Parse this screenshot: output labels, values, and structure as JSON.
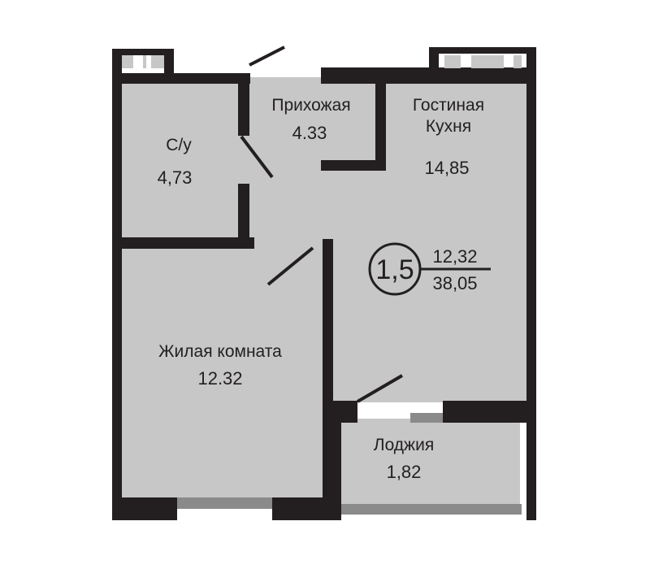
{
  "rooms": {
    "bathroom": {
      "name": "С/у",
      "area": "4,73"
    },
    "hallway": {
      "name": "Прихожая",
      "area": "4.33"
    },
    "living_kitchen": {
      "name_line1": "Гостиная",
      "name_line2": "Кухня",
      "area": "14,85"
    },
    "bedroom": {
      "name": "Жилая комната",
      "area": "12.32"
    },
    "loggia": {
      "name": "Лоджия",
      "area": "1,82"
    }
  },
  "summary": {
    "rooms_count": "1,5",
    "living_area": "12,32",
    "total_area": "38,05"
  },
  "colors": {
    "floor": "#c6c7c6",
    "wall": "#231f20",
    "window": "#8a8a8a"
  }
}
